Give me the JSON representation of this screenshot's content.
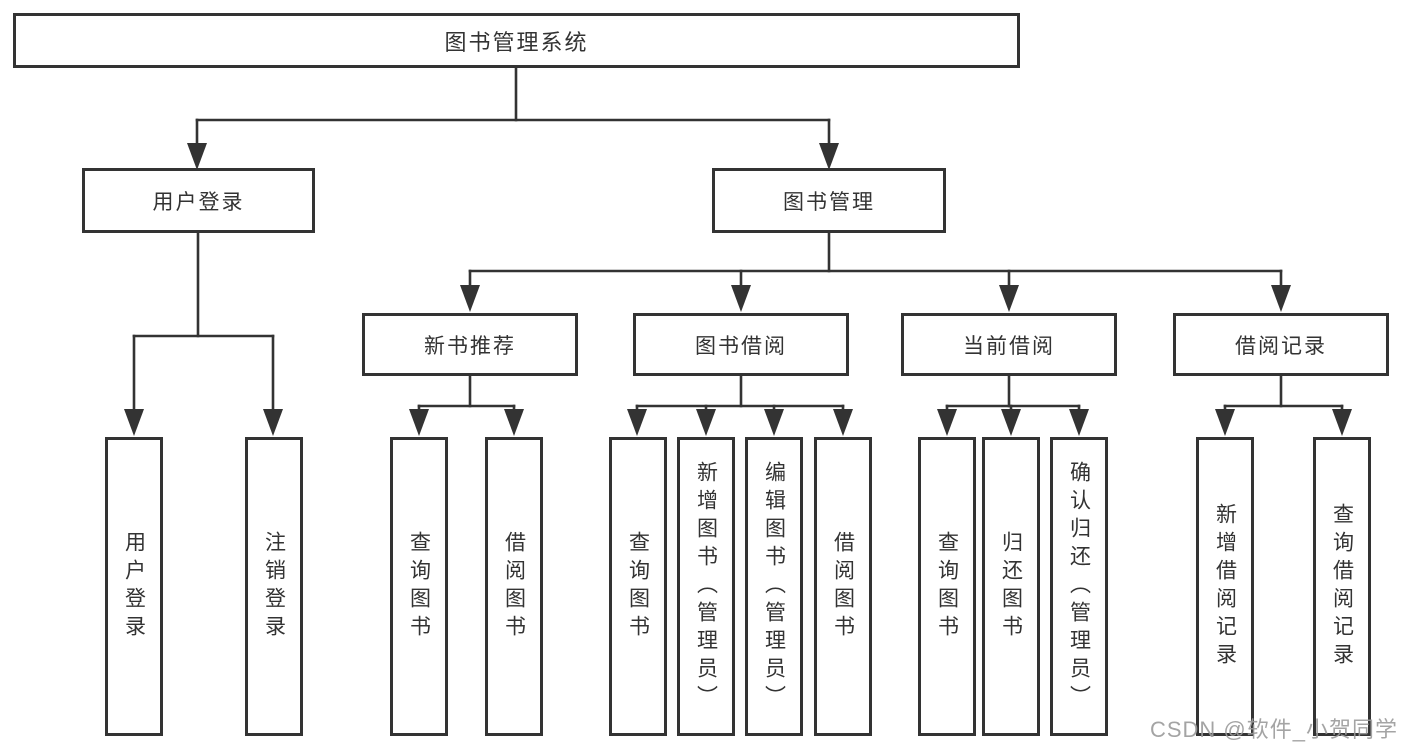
{
  "colors": {
    "line": "#333333",
    "text": "#333333",
    "box_fill": "#ffffff",
    "background": "#ffffff",
    "watermark": "#9b9b9b"
  },
  "tree": {
    "root": {
      "label": "图书管理系统"
    },
    "level2": [
      {
        "label": "用户登录",
        "children": [
          {
            "label": "用户登录"
          },
          {
            "label": "注销登录"
          }
        ]
      },
      {
        "label": "图书管理",
        "children": [
          {
            "label": "新书推荐",
            "children": [
              {
                "label": "查询图书"
              },
              {
                "label": "借阅图书"
              }
            ]
          },
          {
            "label": "图书借阅",
            "children": [
              {
                "label": "查询图书"
              },
              {
                "label": "新增图书（管理员）"
              },
              {
                "label": "编辑图书（管理员）"
              },
              {
                "label": "借阅图书"
              }
            ]
          },
          {
            "label": "当前借阅",
            "children": [
              {
                "label": "查询图书"
              },
              {
                "label": "归还图书"
              },
              {
                "label": "确认归还（管理员）"
              }
            ]
          },
          {
            "label": "借阅记录",
            "children": [
              {
                "label": "新增借阅记录"
              },
              {
                "label": "查询借阅记录"
              }
            ]
          }
        ]
      }
    ]
  },
  "watermark": {
    "text": "CSDN @软件_小贺同学"
  }
}
